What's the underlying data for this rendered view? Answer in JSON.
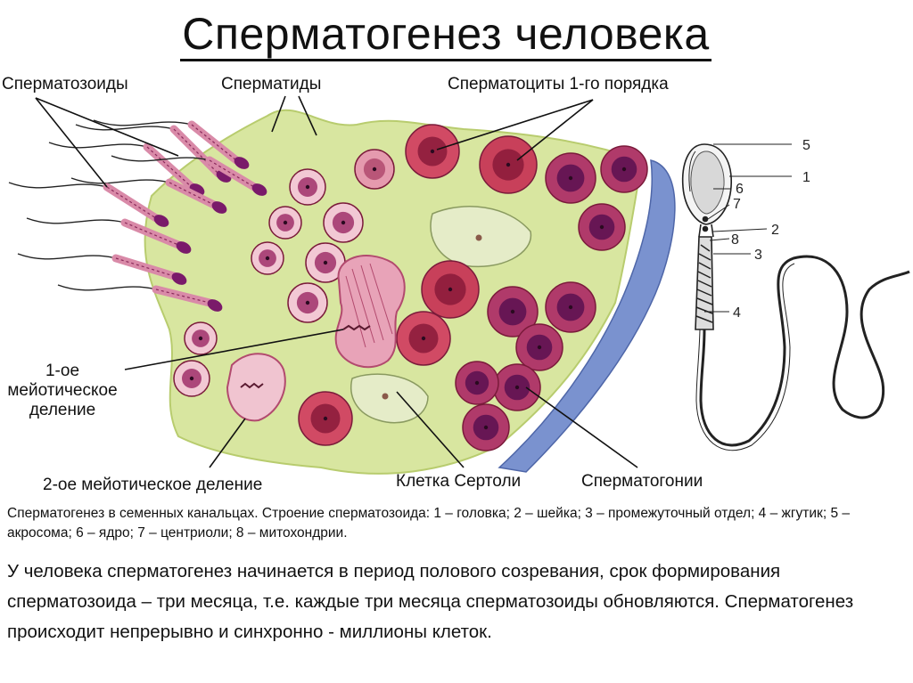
{
  "title": "Сперматогенез человека",
  "labels": {
    "spermatozoa": "Сперматозоиды",
    "spermatids": "Сперматиды",
    "spermatocytes1": "Сперматоциты 1-го порядка",
    "meiosis1_line1": "1-ое",
    "meiosis1_line2": "мейотическое",
    "meiosis1_line3": "деление",
    "meiosis2": "2-ое мейотическое деление",
    "sertoli": "Клетка Сертоли",
    "spermatogonia": "Сперматогонии"
  },
  "sperm_parts": [
    "5",
    "1",
    "6",
    "7",
    "2",
    "8",
    "3",
    "4"
  ],
  "caption": "Сперматогенез в семенных канальцах. Строение сперматозоида: 1 – головка; 2 – шейка; 3 – промежуточный отдел; 4 – жгутик; 5 – акросома; 6 – ядро; 7 – центриоли; 8 – митохондрии.",
  "paragraph": "У человека сперматогенез начинается в период полового созревания, срок формирования сперматозоида – три месяца, т.е. каждые три месяца сперматозоиды обновляются. Сперматогенез происходит непрерывно и синхронно -  миллионы клеток."
}
